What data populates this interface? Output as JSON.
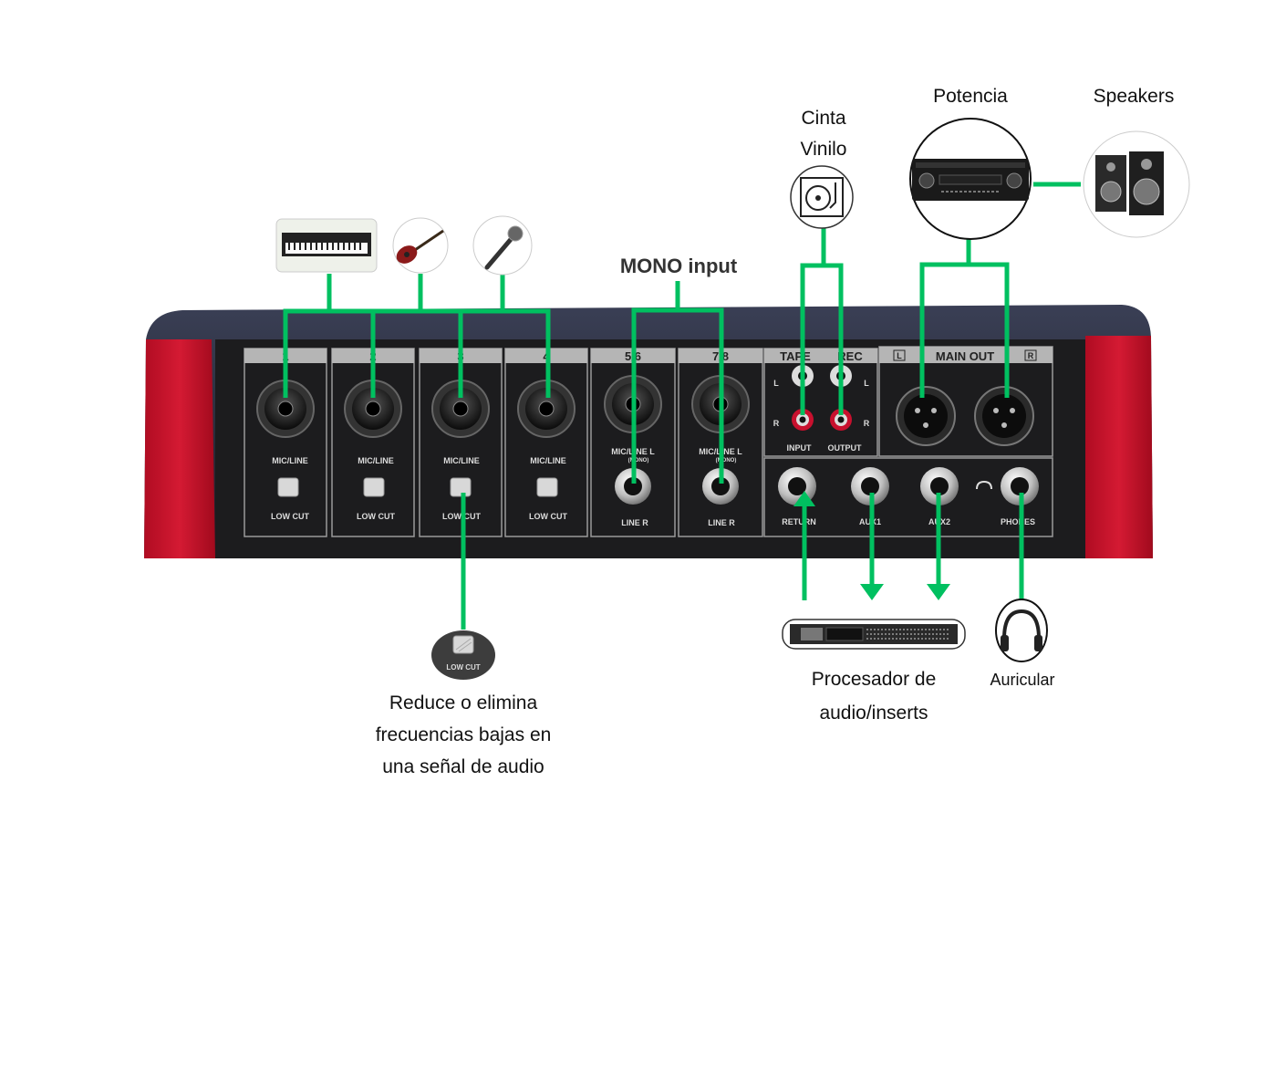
{
  "labels": {
    "cinta": "Cinta",
    "vinilo": "Vinilo",
    "potencia": "Potencia",
    "speakers": "Speakers",
    "mono_input": "MONO input",
    "procesador_line1": "Procesador de",
    "procesador_line2": "audio/inserts",
    "auricular": "Auricular",
    "lowcut_desc_line1": "Reduce o elimina",
    "lowcut_desc_line2": "frecuencias bajas en",
    "lowcut_desc_line3": "una señal de audio"
  },
  "panel": {
    "channel_headers": [
      "1",
      "2",
      "3",
      "4",
      "5/6",
      "7/8"
    ],
    "mic_line": "MIC/LINE",
    "mic_line_l": "MIC/LINE L",
    "mono_tag": "(MONO)",
    "low_cut": "LOW CUT",
    "line_r": "LINE R",
    "tape_header": "TAPE",
    "rec_header": "REC",
    "main_out_header": "MAIN OUT",
    "l_tag": "L",
    "r_tag": "R",
    "rca_left": "L",
    "rca_right": "R",
    "input": "INPUT",
    "output": "OUTPUT",
    "return": "RETURN",
    "aux1": "AUX1",
    "aux2": "AUX2",
    "phones": "PHONES"
  },
  "callout": {
    "low_cut": "LOW CUT"
  },
  "colors": {
    "connector_lines": "#00c060",
    "mixer_red": "#c8102e",
    "panel_black": "#1c1c1e"
  }
}
